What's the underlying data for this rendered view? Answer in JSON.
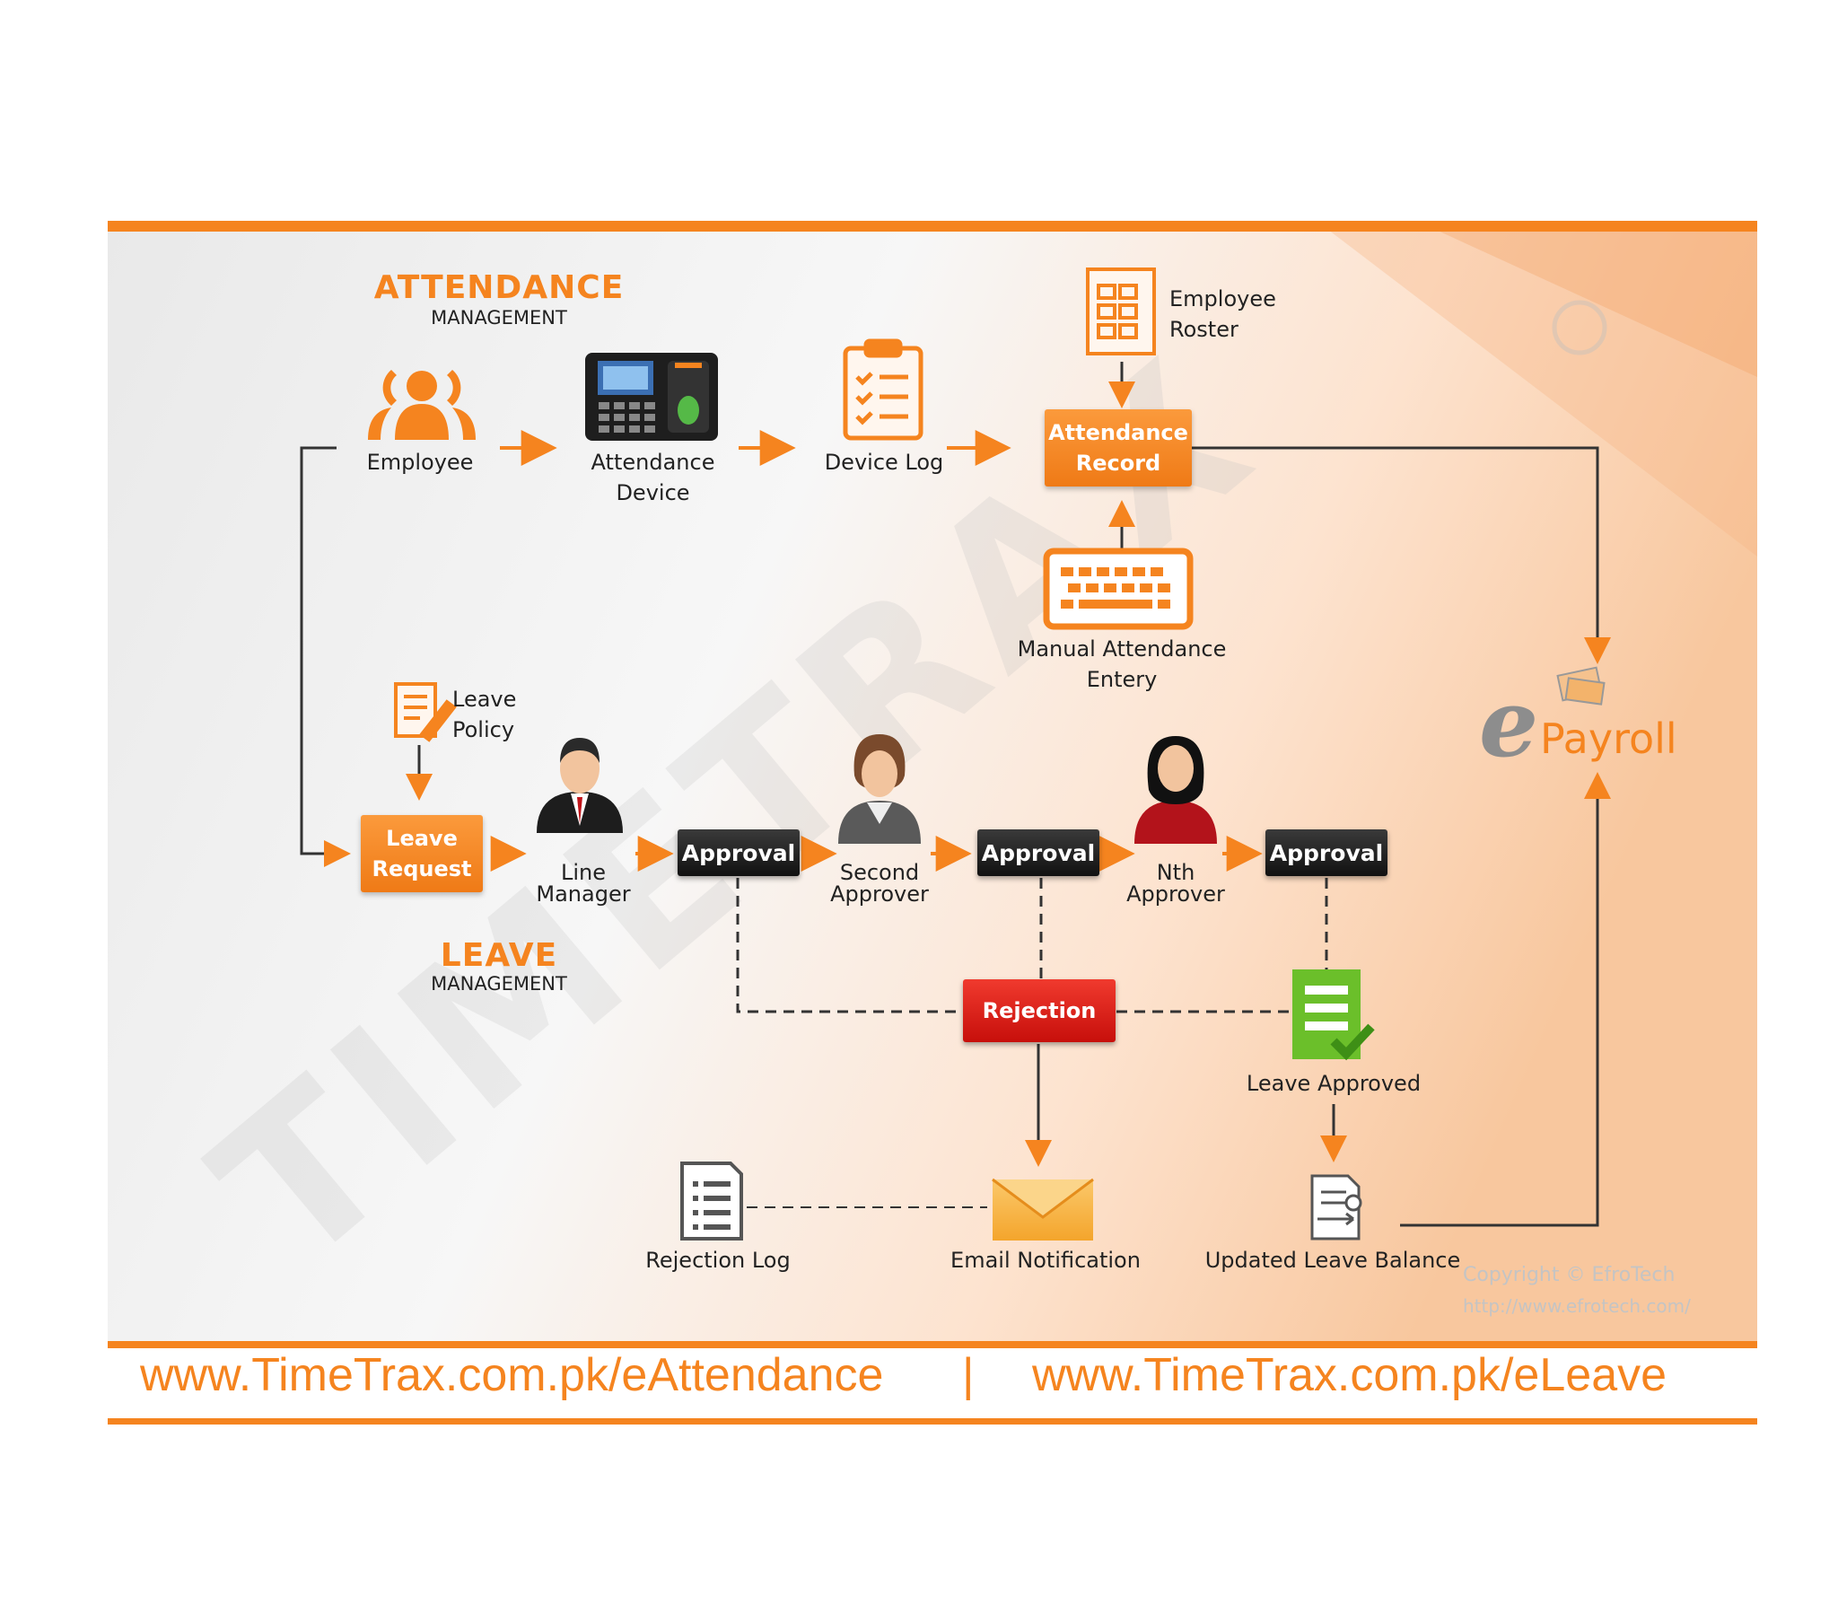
{
  "attendance_title": "ATTENDANCE",
  "attendance_sub": "MANAGEMENT",
  "leave_title": "LEAVE",
  "leave_sub": "MANAGEMENT",
  "watermark": "TIMETRAX",
  "nodes": {
    "employee": "Employee",
    "attendance_device": "Attendance\nDevice",
    "device_log": "Device Log",
    "employee_roster": "Employee\nRoster",
    "attendance_record": "Attendance\nRecord",
    "manual_entry": "Manual Attendance\nEntery",
    "leave_policy": "Leave\nPolicy",
    "leave_request": "Leave\nRequest",
    "line_manager": "Line\nManager",
    "second_approver": "Second\nApprover",
    "nth_approver": "Nth\nApprover",
    "approval_1": "Approval",
    "approval_2": "Approval",
    "approval_3": "Approval",
    "rejection": "Rejection",
    "leave_approved": "Leave Approved",
    "rejection_log": "Rejection Log",
    "email_notification": "Email Notification",
    "updated_leave_balance": "Updated Leave Balance",
    "epayroll_e": "e",
    "epayroll_text": "Payroll"
  },
  "copyright": {
    "line1": "Copyright © EfroTech",
    "line2": "http://www.efrotech.com/"
  },
  "footer": {
    "url_attendance": "www.TimeTrax.com.pk/eAttendance",
    "separator": "|",
    "url_leave": "www.TimeTrax.com.pk/eLeave"
  },
  "colors": {
    "accent": "#f5841f",
    "approval_dark": "#1a1a1a",
    "rejection_red": "#d9150f",
    "approved_green": "#6bbf2a"
  }
}
